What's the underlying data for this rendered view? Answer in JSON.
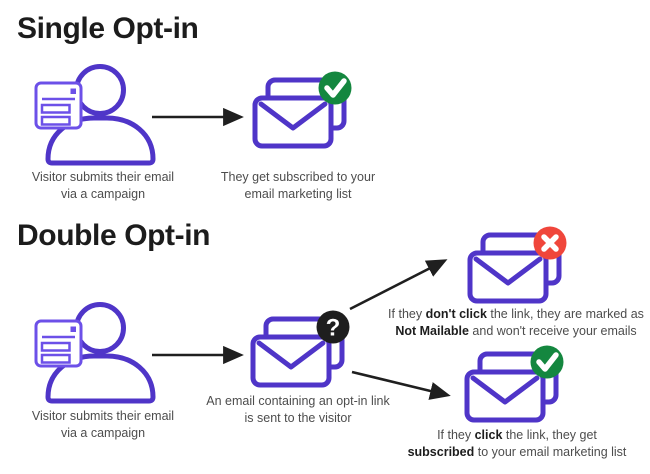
{
  "colors": {
    "purple": "#4F35C8",
    "purple_light": "#6C50E8",
    "green": "#14873F",
    "red": "#F0463B",
    "badge_black": "#1E1E1E",
    "heading": "#1C1C1C",
    "caption_gray": "#4D4D4D",
    "arrow_black": "#1F1F1F",
    "white": "#FFFFFF"
  },
  "icons": {
    "question_glyph": "?",
    "check_name": "check-badge",
    "cross_name": "cross-badge"
  },
  "single": {
    "title": "Single Opt-in",
    "visitor_caption_line1": "Visitor submits their email",
    "visitor_caption_line2": "via a campaign",
    "result_caption_line1": "They get subscribed to your",
    "result_caption_line2": "email marketing list"
  },
  "double": {
    "title": "Double Opt-in",
    "visitor_caption_line1": "Visitor submits their email",
    "visitor_caption_line2": "via a campaign",
    "email_caption_line1": "An email containing an opt-in link",
    "email_caption_line2": "is sent to the visitor",
    "no_click": {
      "line1": [
        {
          "t": "If they "
        },
        {
          "t": "don't click"
        },
        {
          "t": " the link, they are marked as"
        }
      ],
      "line2": [
        {
          "t": "Not Mailable"
        },
        {
          "t": " and won't receive your emails"
        }
      ]
    },
    "click": {
      "line1": [
        {
          "t": "If they "
        },
        {
          "t": "click"
        },
        {
          "t": " the link, they get"
        }
      ],
      "line2": [
        {
          "t": "subscribed"
        },
        {
          "t": " to your email marketing list"
        }
      ]
    }
  }
}
